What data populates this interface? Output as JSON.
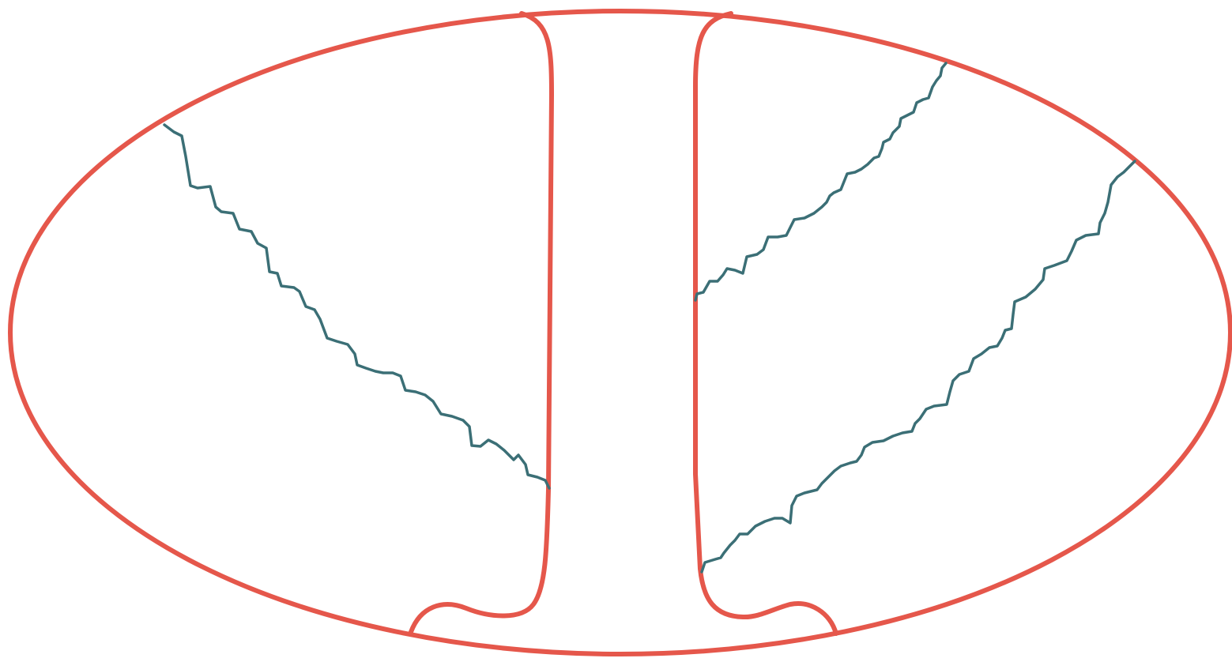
{
  "diagram": {
    "colors": {
      "background": "#ffffff",
      "outline": "#e5574b",
      "crack": "#3b6f76"
    },
    "parts": [
      "outer-ellipse",
      "left-inner-boundary",
      "right-inner-boundary",
      "left-wavy-line",
      "right-upper-wavy-line",
      "right-lower-wavy-line"
    ]
  }
}
